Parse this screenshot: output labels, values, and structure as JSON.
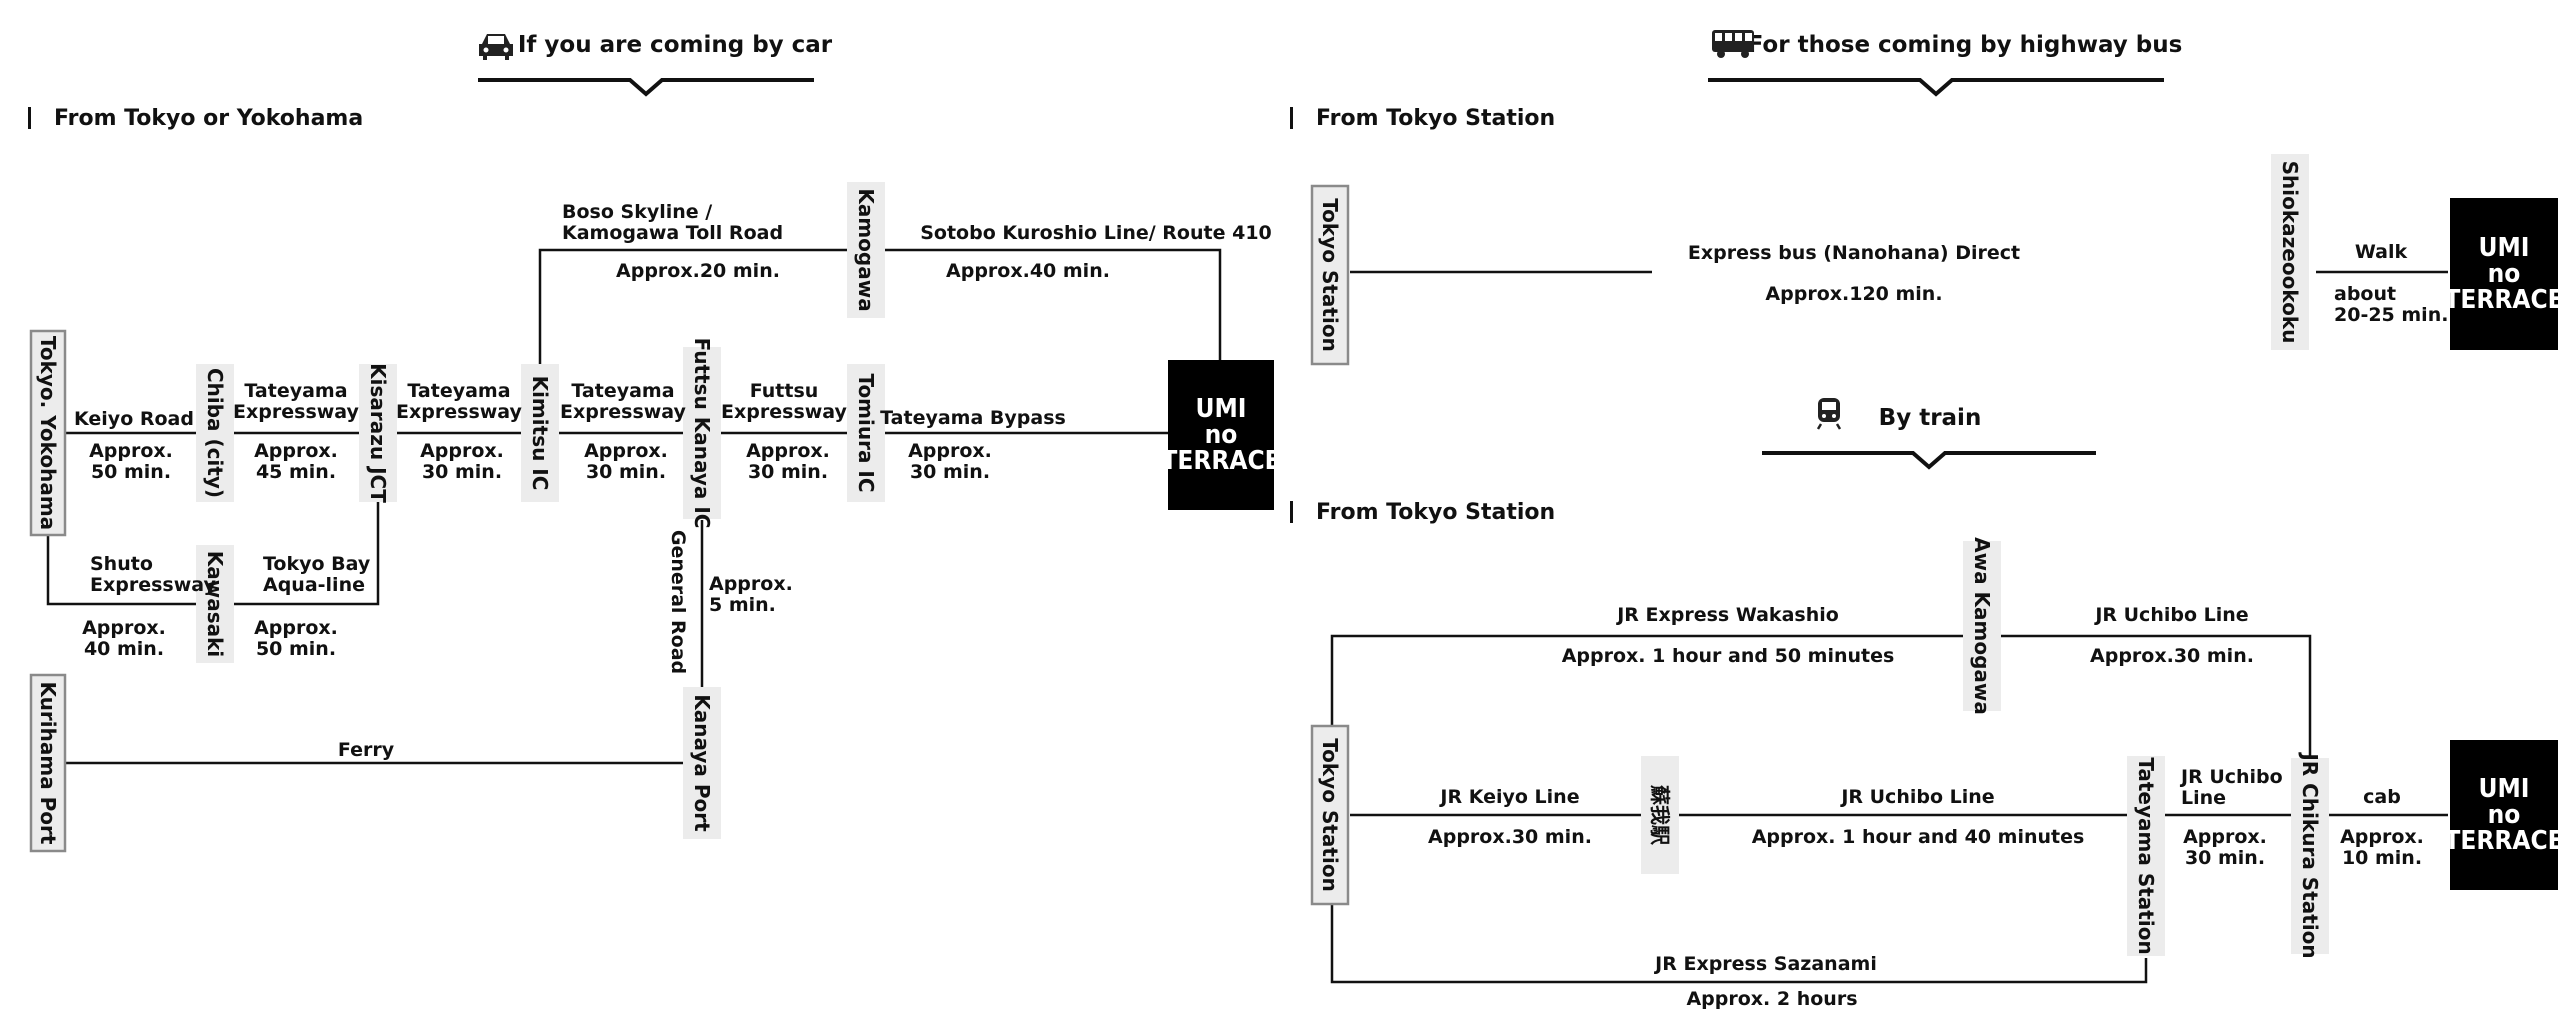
{
  "car": {
    "header": "If you are coming by car",
    "section": "From Tokyo or Yokohama",
    "nodes": {
      "tokyo_yokohama": "Tokyo. Yokohama",
      "chiba": "Chiba (city)",
      "kisarazu": "Kisarazu JCT",
      "kimitsu": "Kimitsu IC",
      "futtsu_kanaya": "Futtsu Kanaya IC",
      "tomiura": "Tomiura IC",
      "kamogawa": "Kamogawa",
      "kawasaki": "Kawasaki",
      "kurihama": "Kurihama Port",
      "kanaya_port": "Kanaya Port"
    },
    "routes": {
      "keiyo": [
        "Keiyo Road"
      ],
      "keiyo_time": [
        "Approx.",
        "50 min."
      ],
      "tateyama1": [
        "Tateyama",
        "Expressway"
      ],
      "tateyama1_time": [
        "Approx.",
        "45 min."
      ],
      "tateyama2": [
        "Tateyama",
        "Expressway"
      ],
      "tateyama2_time": [
        "Approx.",
        "30 min."
      ],
      "tateyama3": [
        "Tateyama",
        "Expressway"
      ],
      "tateyama3_time": [
        "Approx.",
        "30 min."
      ],
      "futtsu": [
        "Futtsu",
        "Expressway"
      ],
      "futtsu_time": [
        "Approx.",
        "30 min."
      ],
      "bypass": [
        "Tateyama Bypass"
      ],
      "bypass_time": [
        "Approx.",
        "30 min."
      ],
      "boso": [
        "Boso Skyline /",
        "Kamogawa Toll Road"
      ],
      "boso_time": [
        "Approx.20 min."
      ],
      "sotobo": [
        "Sotobo Kuroshio Line/ Route 410"
      ],
      "sotobo_time": [
        "Approx.40 min."
      ],
      "shuto": [
        "Shuto",
        "Expressway"
      ],
      "shuto_time": [
        "Approx.",
        "40 min."
      ],
      "aqua": [
        "Tokyo Bay",
        "Aqua-line"
      ],
      "aqua_time": [
        "Approx.",
        "50 min."
      ],
      "general_road": "General Road",
      "general_time": [
        "Approx.",
        "5 min."
      ],
      "ferry": [
        "Ferry"
      ]
    }
  },
  "bus": {
    "header": "For those coming by highway bus",
    "section": "From Tokyo Station",
    "nodes": {
      "tokyo_station": "Tokyo Station",
      "shiokaze": "Shiokazeookoku"
    },
    "express": [
      "Express bus (Nanohana) Direct"
    ],
    "express_time": [
      "Approx.120 min."
    ],
    "walk": [
      "Walk"
    ],
    "walk_time": [
      "about",
      "20-25 min."
    ]
  },
  "train": {
    "header": "By train",
    "section": "From Tokyo Station",
    "nodes": {
      "tokyo_station": "Tokyo Station",
      "awa_kamogawa": "Awa Kamogawa",
      "soga": "蘇我駅",
      "tateyama_station": "Tateyama Station",
      "chikura": "JR Chikura Station"
    },
    "wakashio": [
      "JR Express Wakashio"
    ],
    "wakashio_time": [
      "Approx. 1 hour and 50 minutes"
    ],
    "uchibo_top": [
      "JR Uchibo Line"
    ],
    "uchibo_top_time": [
      "Approx.30 min."
    ],
    "keiyo": [
      "JR Keiyo Line"
    ],
    "keiyo_time": [
      "Approx.30 min."
    ],
    "uchibo_mid": [
      "JR Uchibo Line"
    ],
    "uchibo_mid_time": [
      "Approx. 1 hour and 40 minutes"
    ],
    "uchibo_short": [
      "JR Uchibo",
      "Line"
    ],
    "uchibo_short_time": [
      "Approx.",
      "30 min."
    ],
    "cab": [
      "cab"
    ],
    "cab_time": [
      "Approx.",
      "10 min."
    ],
    "sazanami": [
      "JR Express Sazanami"
    ],
    "sazanami_time": [
      "Approx. 2 hours"
    ]
  },
  "destination": [
    "UMI",
    "no",
    "TERRACE"
  ],
  "colors": {
    "line": "#111111",
    "node_fill": "#ececec",
    "node_border": "#8a8a8a",
    "destination_bg": "#000000",
    "text": "#111111"
  },
  "icons": {
    "car": "car-icon",
    "bus": "bus-icon",
    "train": "train-icon"
  }
}
